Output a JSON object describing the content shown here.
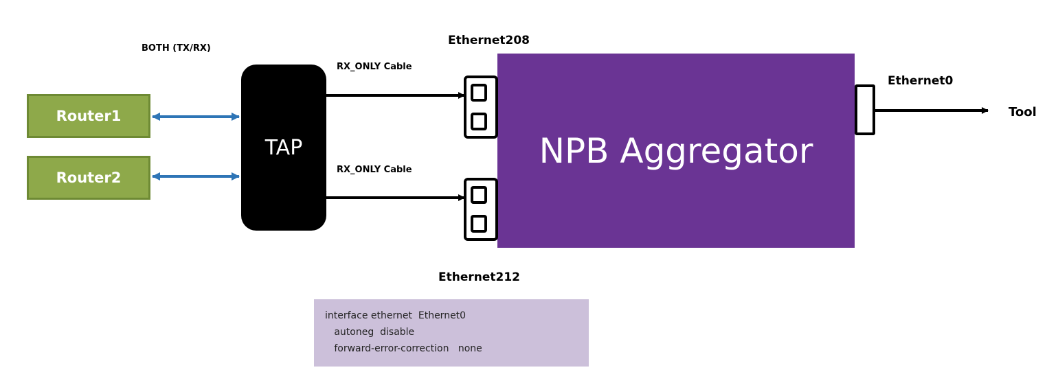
{
  "labels": {
    "both": "BOTH (TX/RX)",
    "cable1": "RX_ONLY Cable",
    "cable2": "RX_ONLY Cable",
    "eth208": "Ethernet208",
    "eth212": "Ethernet212",
    "eth0": "Ethernet0",
    "tool": "Tool"
  },
  "nodes": {
    "router1": "Router1",
    "router2": "Router2",
    "tap": "TAP",
    "npb": "NPB Aggregator"
  },
  "config": {
    "lines": [
      "interface ethernet  Ethernet0",
      "   autoneg  disable",
      "   forward-error-correction   none"
    ]
  },
  "colors": {
    "router_fill": "#8ea94a",
    "npb_fill": "#6a3494",
    "config_fill": "#ccc0da",
    "bidir_arrow": "#2e75b6"
  }
}
